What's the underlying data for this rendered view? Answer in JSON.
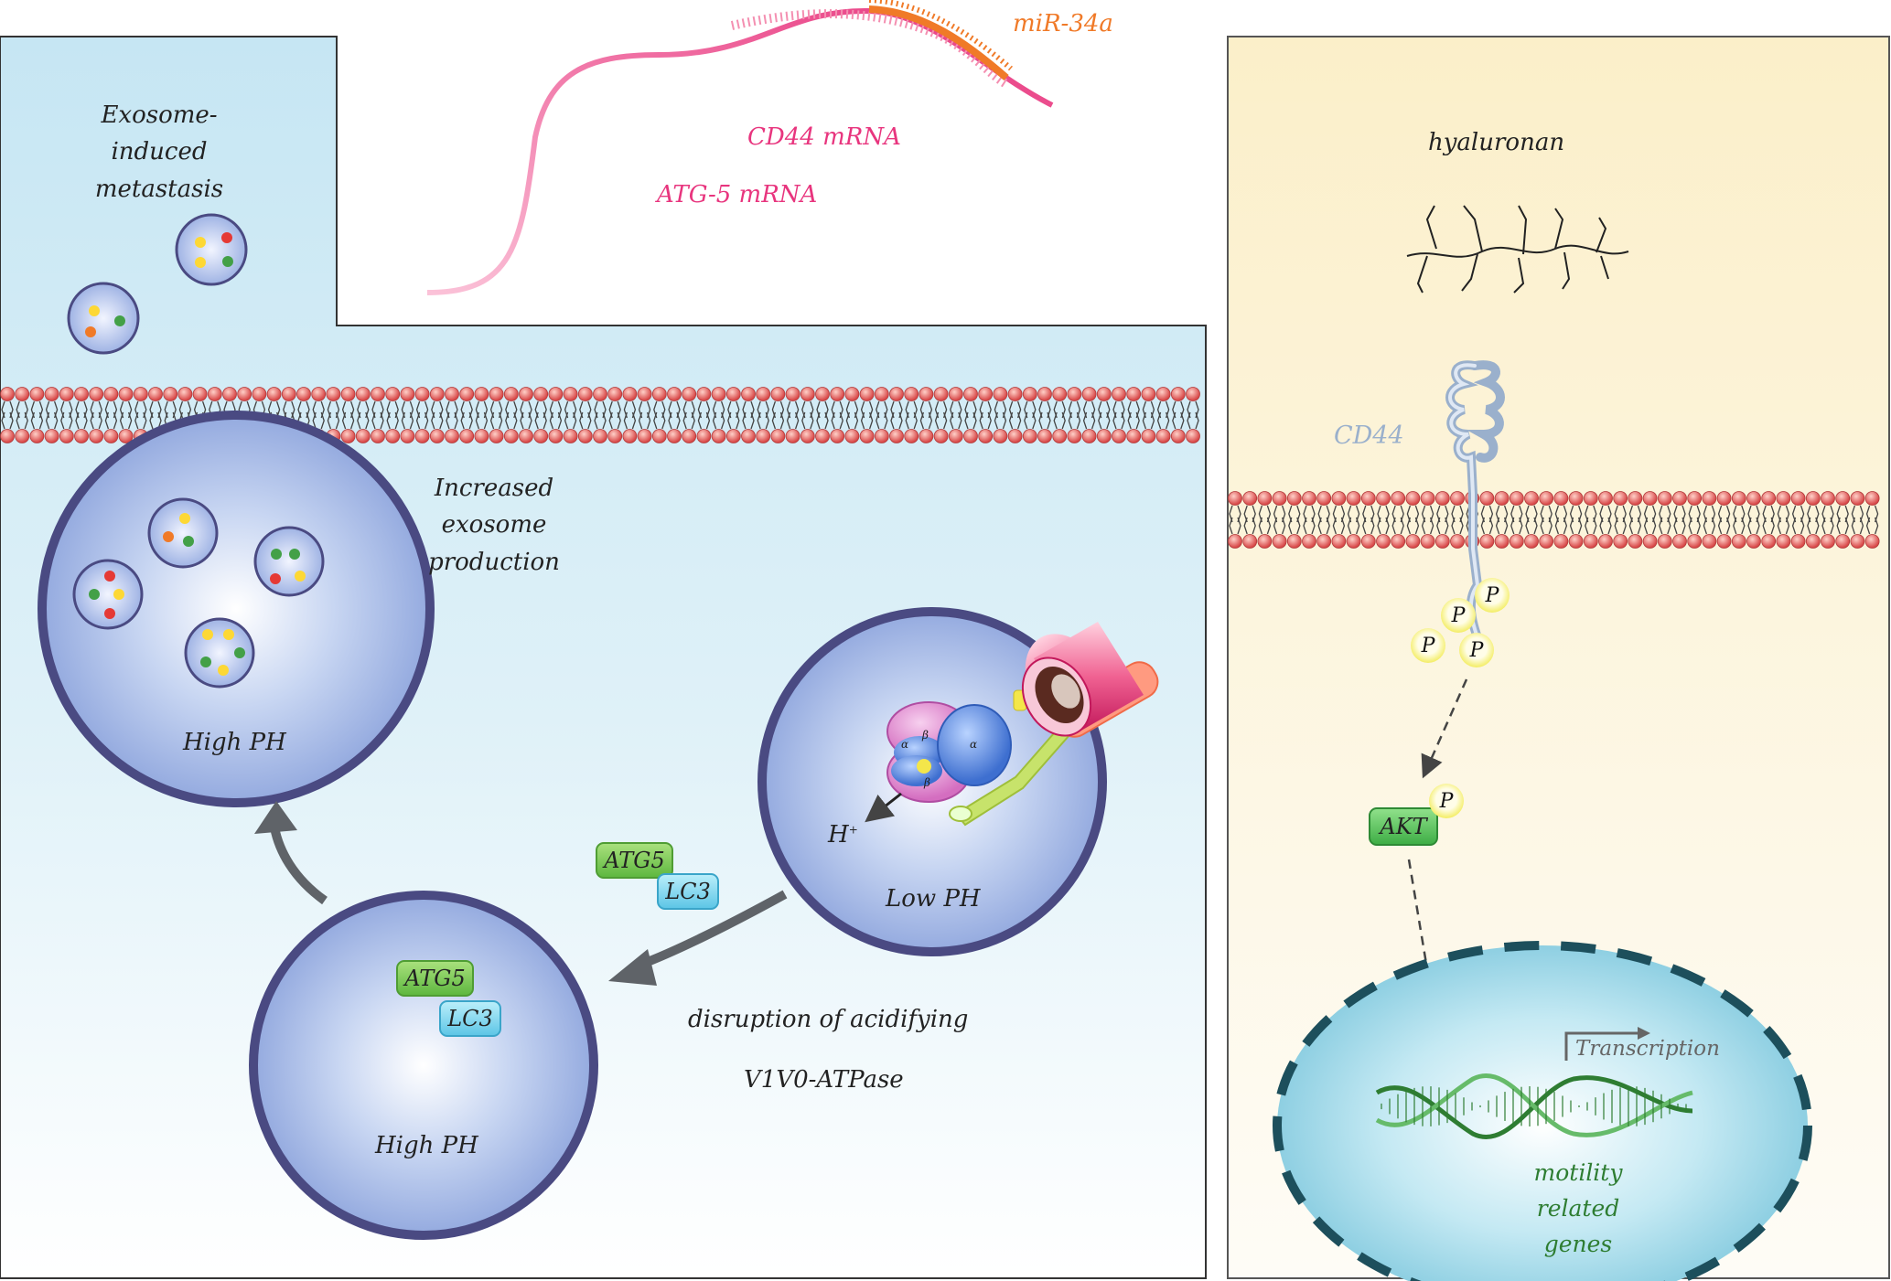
{
  "labels": {
    "mirna": "miR-34a",
    "cd44_mrna": "CD44 mRNA",
    "atg5_mrna": "ATG-5 mRNA",
    "exosome_metastasis": "Exosome-induced metastasis",
    "increased_production": "Increased exosome production",
    "high_ph_top": "High PH",
    "high_ph_bottom": "High PH",
    "low_ph": "Low PH",
    "h_plus": "H",
    "disruption": "disruption of acidifying",
    "atpase": "V1V0-ATPase",
    "hyaluronan": "hyaluronan",
    "cd44": "CD44",
    "akt": "AKT",
    "transcription": "Transcription",
    "motility": "motility related genes"
  },
  "badges": {
    "atg5": "ATG5",
    "lc3": "LC3",
    "phospho": "P"
  },
  "colors": {
    "cell_bg": "#d4edf7",
    "right_bg": "#fcf5e2",
    "membrane_head": "#e06a6a",
    "endosome_fill": "#b7c8ec",
    "endosome_ring": "#4a4a82",
    "mirna": "#f07a28",
    "mrna": "#e8357e",
    "akt": "#3fae46",
    "nucleus": "#a9dcea",
    "nucleus_border": "#1d4f5c",
    "dna": "#2e7d32"
  }
}
